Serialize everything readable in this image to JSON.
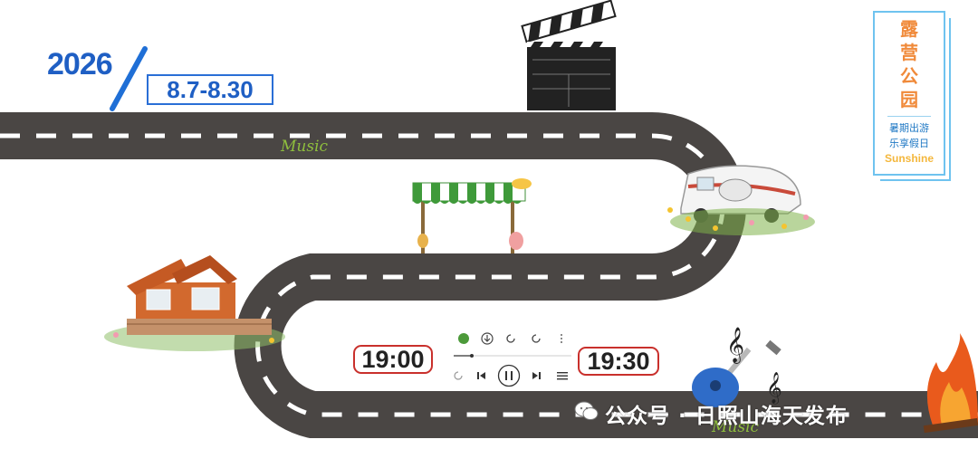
{
  "header": {
    "year": "2026",
    "date_range": "8.7-8.30"
  },
  "side_panel": {
    "title_chars": [
      "露",
      "营",
      "公",
      "园"
    ],
    "subtitle_line1": "暑期出游",
    "subtitle_line2": "乐享假日",
    "english": "Sunshine"
  },
  "music_labels": {
    "top": "Music",
    "bottom": "Music"
  },
  "schedule": {
    "start_time": "19:00",
    "end_time": "19:30"
  },
  "player": {
    "icons": [
      "heart-icon",
      "download-icon",
      "loop-icon",
      "refresh-icon",
      "more-icon",
      "repeat-icon",
      "previous-icon",
      "pause-icon",
      "next-icon",
      "playlist-icon"
    ]
  },
  "watermark": {
    "text": "公众号 · 日照山海天发布"
  },
  "colors": {
    "road": "#4a4644",
    "road_dash": "#ffffff",
    "accent_blue": "#1f5fc4",
    "time_border": "#c9302c",
    "panel_border": "#6fc3ef"
  }
}
